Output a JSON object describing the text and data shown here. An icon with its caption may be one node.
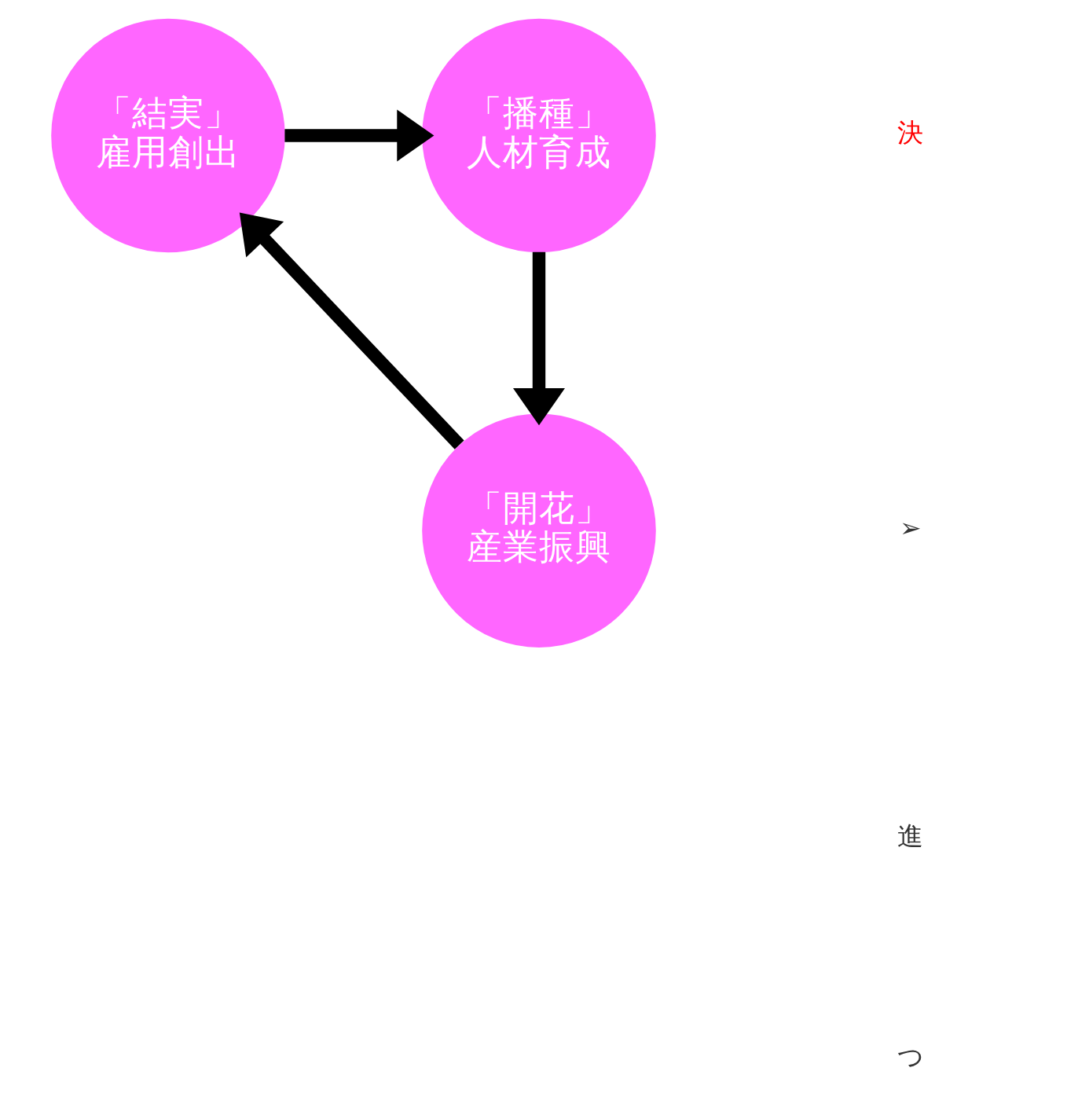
{
  "diagram": {
    "nodes": [
      {
        "text": [
          "「結実」",
          "雇用創出"
        ]
      },
      {
        "text": [
          "「播種」",
          "人材育成"
        ]
      },
      {
        "text": [
          "「開花」",
          "産業振興"
        ]
      }
    ],
    "edges": [
      {
        "from": 0,
        "to": 1,
        "arrow": "to"
      },
      {
        "from": 1,
        "to": 2,
        "arrow": "to"
      },
      {
        "from": 2,
        "to": 0,
        "arrow": "to"
      }
    ],
    "labels": [
      "決",
      "➢",
      "進",
      "つ"
    ]
  }
}
